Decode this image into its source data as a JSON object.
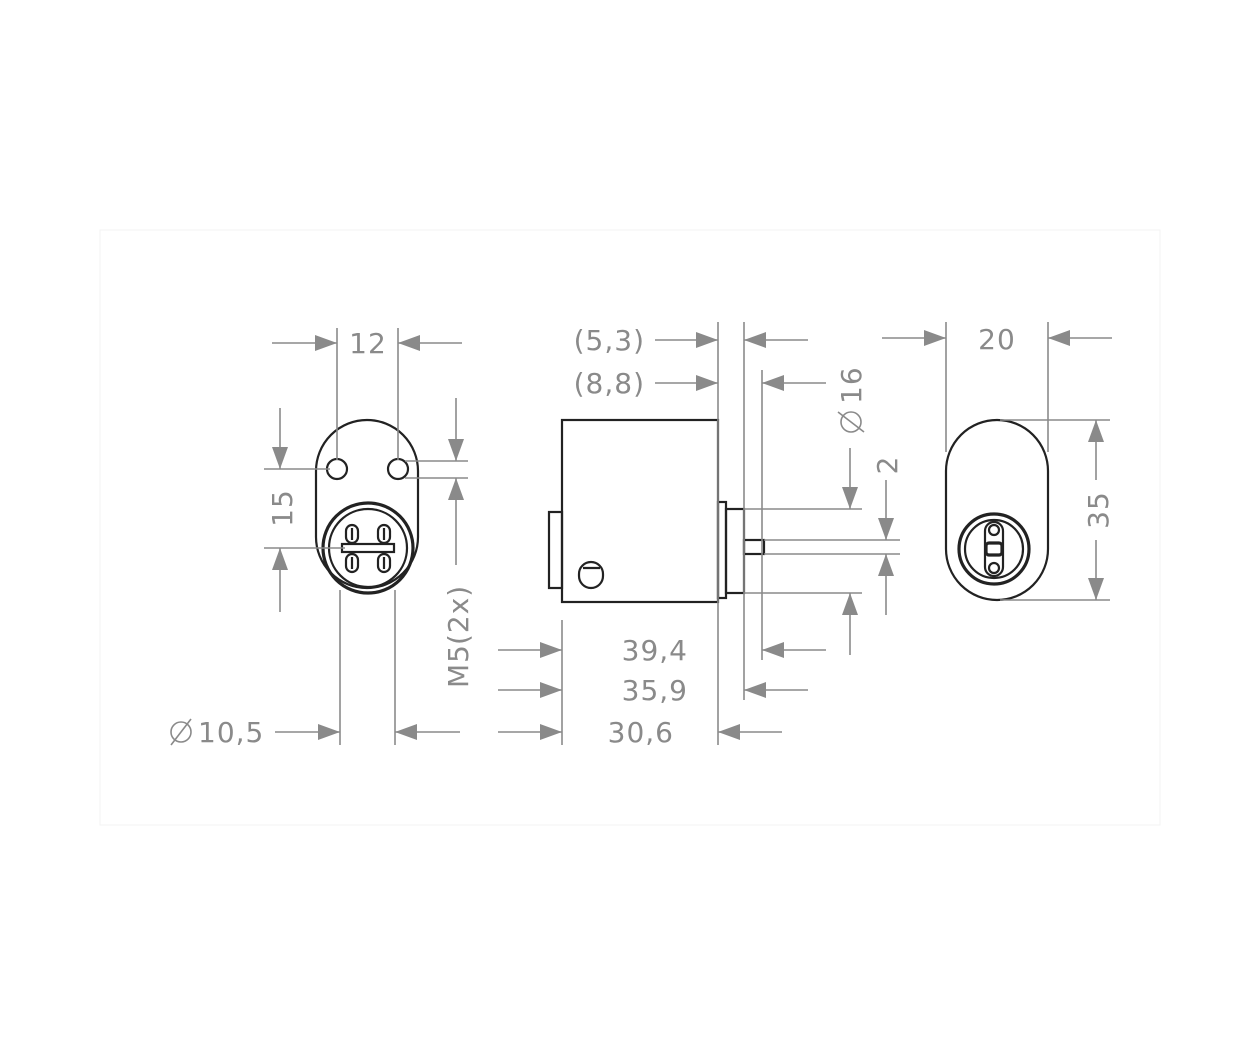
{
  "colors": {
    "outline": "#222222",
    "dimension": "#8a8a8a",
    "background": "#ffffff"
  },
  "left_view": {
    "width_dim": "12",
    "height_dim": "15",
    "thread_label": "M5",
    "thread_count": "(2x)",
    "diameter_dim": "10,5"
  },
  "side_view": {
    "dim_a": "(5,3)",
    "dim_b": "(8,8)",
    "diameter_dim": "16",
    "pin_dim": "2",
    "len_1": "39,4",
    "len_2": "35,9",
    "len_3": "30,6"
  },
  "right_view": {
    "width_dim": "20",
    "height_dim": "35"
  },
  "icons": {
    "diameter": "diameter-symbol-icon"
  }
}
